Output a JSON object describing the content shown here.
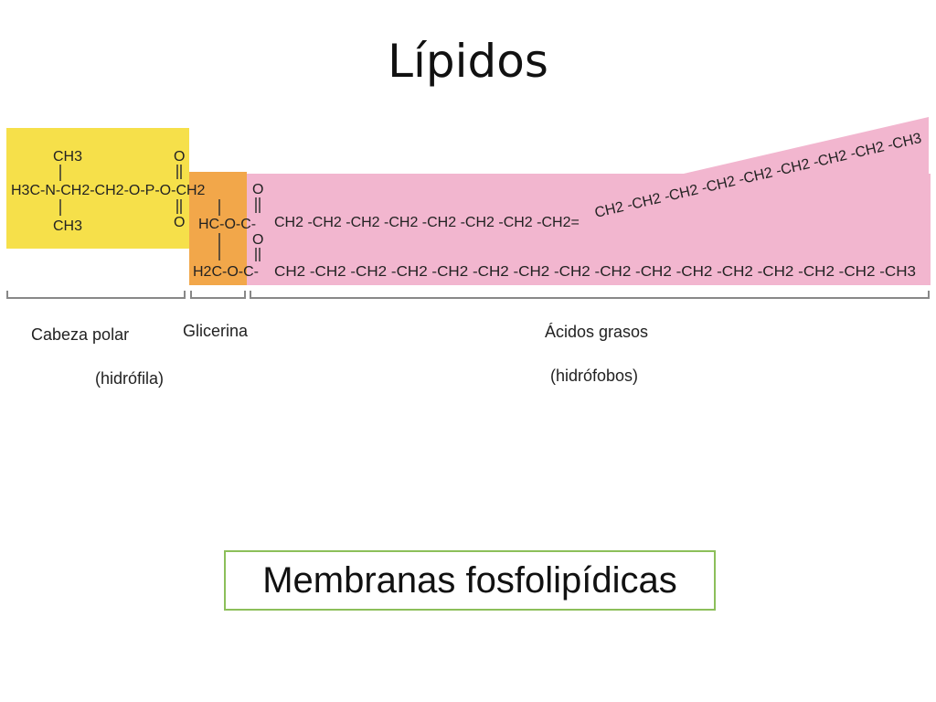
{
  "title": "Lípidos",
  "colors": {
    "head": "#f6e04a",
    "glycerol": "#f2a74a",
    "tails": "#f2b6cf"
  },
  "head": {
    "ch3_top": "CH3",
    "main_chain": "H3C-N-CH2-CH2-O-P-O-CH2",
    "ch3_bottom": "CH3",
    "o_top": "O",
    "o_bottom": "O"
  },
  "glycerol": {
    "middle_group": "HC-O-C-",
    "bottom_group": "H2C-O-C-",
    "o_upper": "O",
    "o_lower": "O"
  },
  "tails": {
    "upper_chain": "CH2 -CH2 -CH2 -CH2 -CH2 -CH2 -CH2 -CH2=",
    "upper_branch": "CH2 -CH2 -CH2 -CH2 -CH2 -CH2 -CH2 -CH2 -CH3",
    "lower_chain": "CH2 -CH2 -CH2 -CH2 -CH2 -CH2 -CH2 -CH2 -CH2 -CH2 -CH2 -CH2 -CH2 -CH2 -CH2 -CH3"
  },
  "labels": {
    "head": "Cabeza polar",
    "head_sub": "(hidrófila)",
    "glycerol": "Glicerina",
    "tails": "Ácidos grasos",
    "tails_sub": "(hidrófobos)"
  },
  "caption": "Membranas fosfolipídicas"
}
